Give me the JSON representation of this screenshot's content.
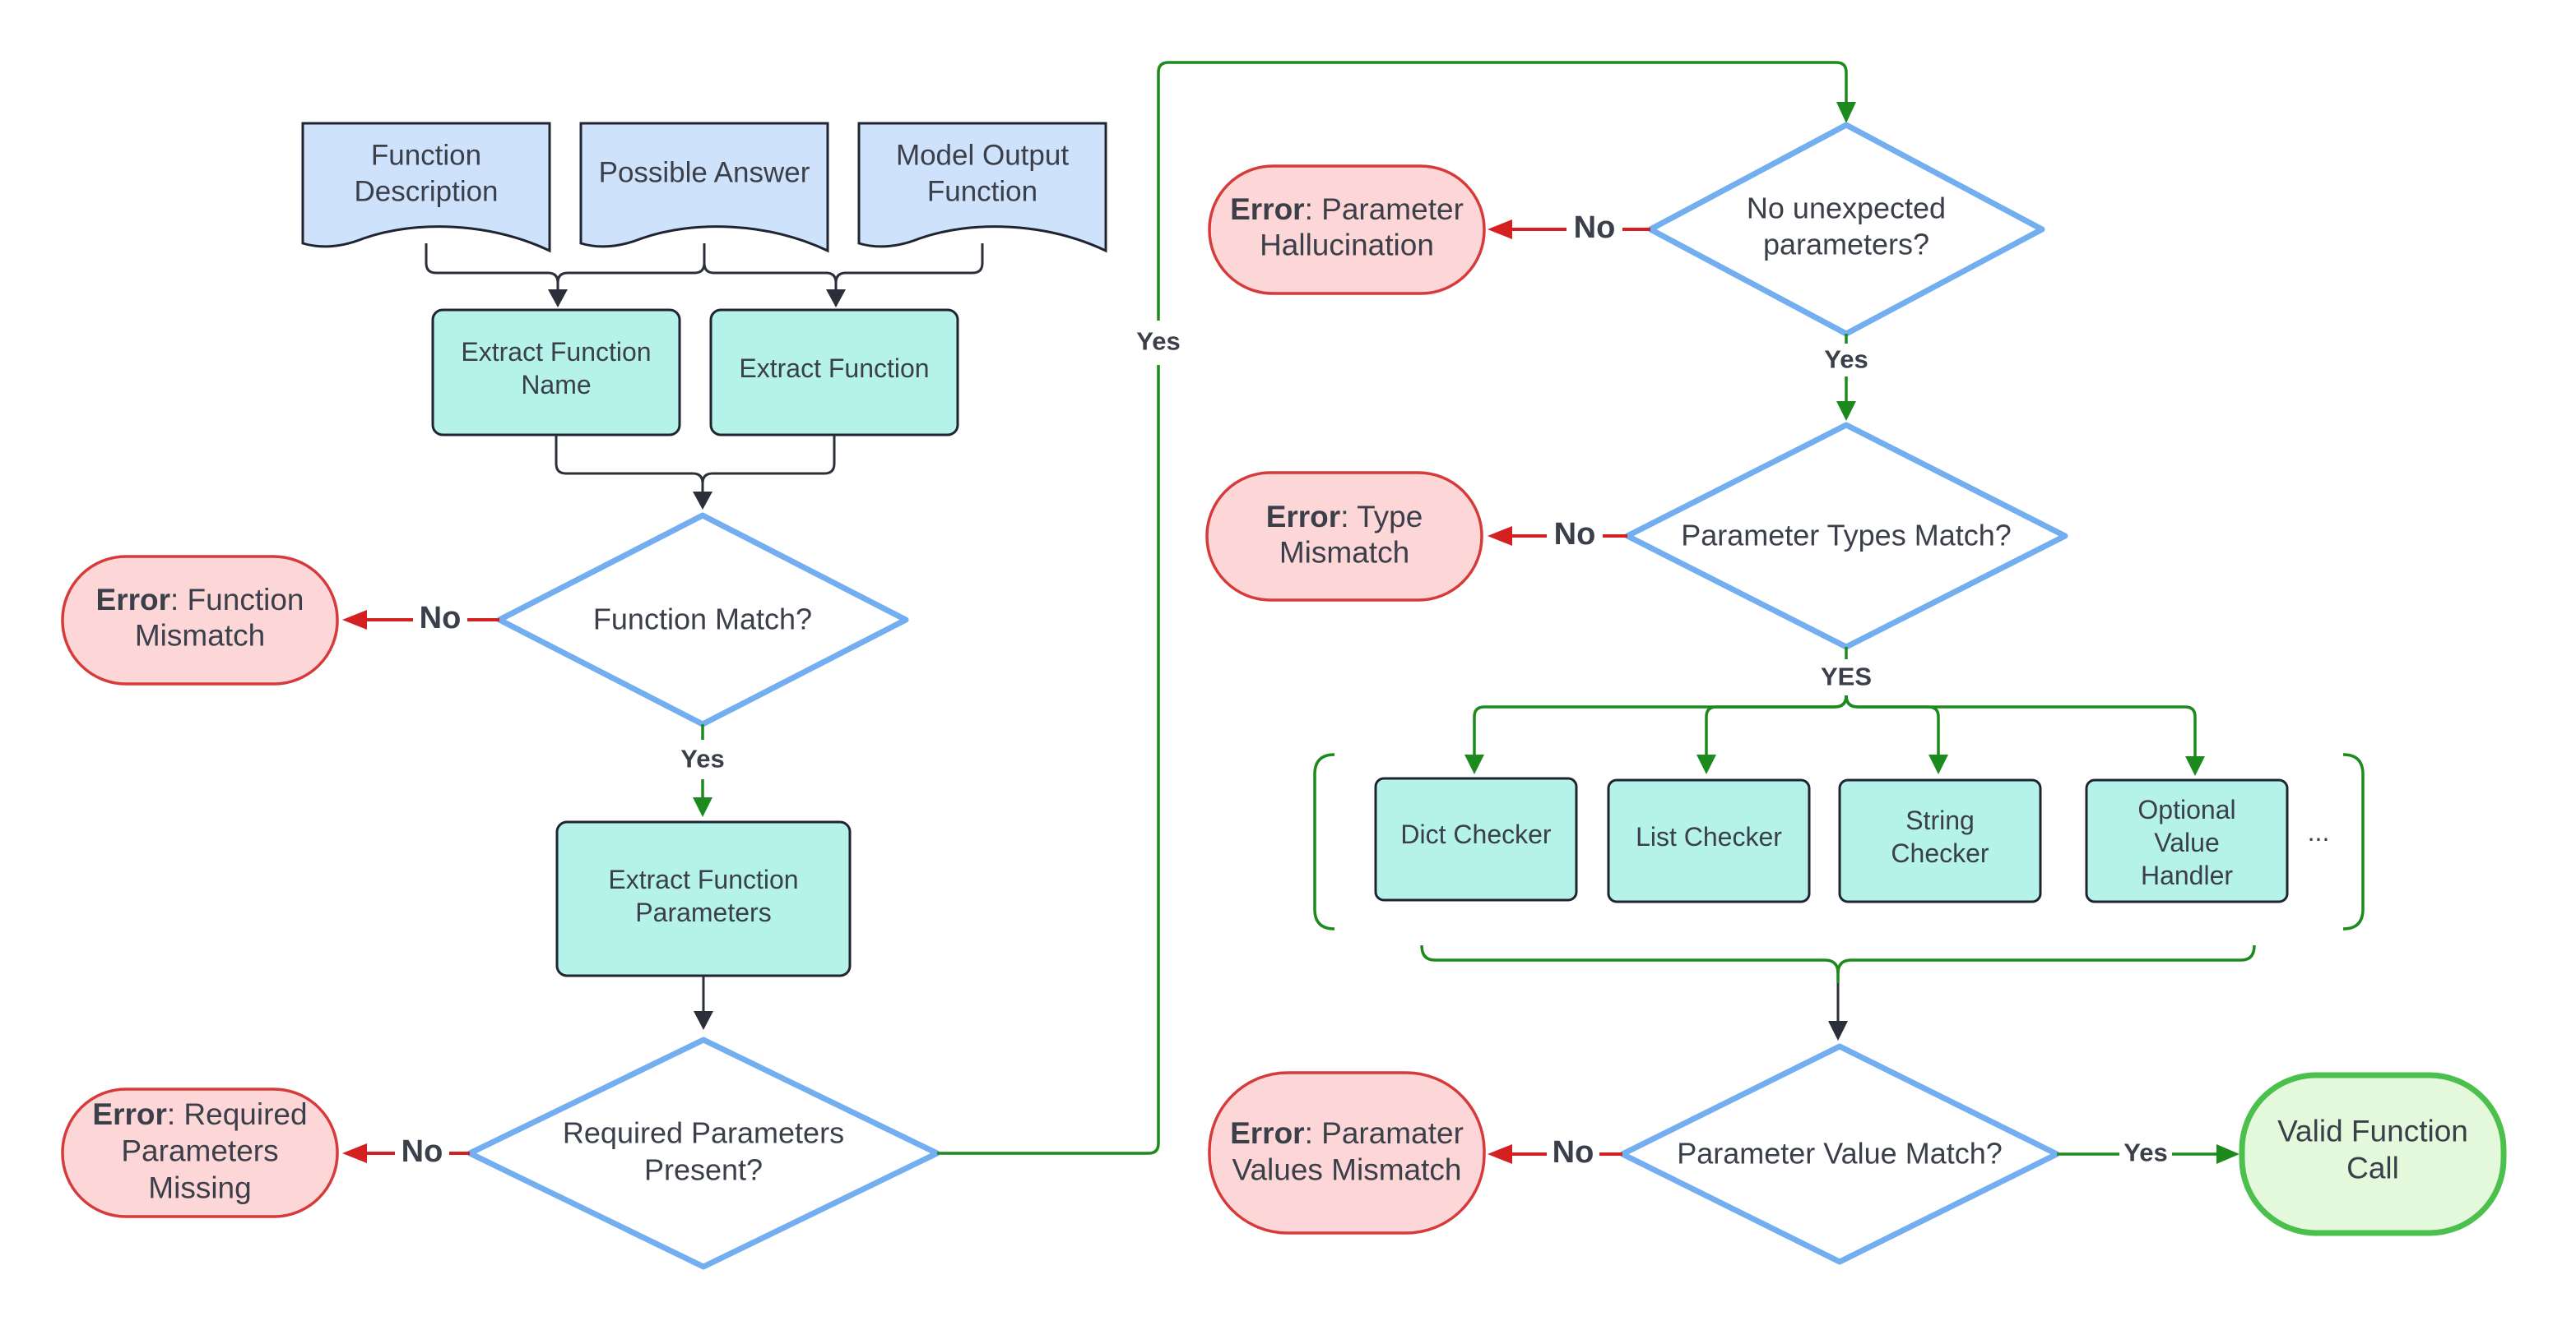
{
  "inputs": {
    "function_description": [
      "Function",
      "Description"
    ],
    "possible_answer": [
      "Possible Answer"
    ],
    "model_output": [
      "Model Output",
      "Function"
    ]
  },
  "boxes": {
    "extract_name": [
      "Extract Function",
      "Name"
    ],
    "extract_function": [
      "Extract Function"
    ],
    "extract_params": [
      "Extract Function",
      "Parameters"
    ]
  },
  "decisions": {
    "function_match": [
      "Function Match?"
    ],
    "required_present": [
      "Required Parameters",
      "Present?"
    ],
    "no_unexpected": [
      "No unexpected",
      "parameters?"
    ],
    "types_match": [
      "Parameter Types Match?"
    ],
    "value_match": [
      "Parameter Value Match?"
    ]
  },
  "errors": {
    "function_mismatch": {
      "bold": "Error",
      "line1": ": Function",
      "line2": "Mismatch",
      "line3": ""
    },
    "required_missing": {
      "bold": "Error",
      "line1": ": Required",
      "line2": "Parameters",
      "line3": "Missing"
    },
    "hallucination": {
      "bold": "Error",
      "line1": ": Parameter",
      "line2": "Hallucination",
      "line3": ""
    },
    "type_mismatch": {
      "bold": "Error",
      "line1": ": Type",
      "line2": "Mismatch",
      "line3": ""
    },
    "values_mismatch": {
      "bold": "Error",
      "line1": ": Paramater",
      "line2": "Values Mismatch",
      "line3": ""
    }
  },
  "checkers": {
    "dict": [
      "Dict Checker"
    ],
    "list": [
      "List Checker"
    ],
    "string": [
      "String",
      "Checker"
    ],
    "optional": [
      "Optional",
      "Value",
      "Handler"
    ],
    "ellipsis": "..."
  },
  "terminal": {
    "valid": [
      "Valid Function",
      "Call"
    ]
  },
  "edges": {
    "no": "No",
    "yes": "Yes",
    "yes_caps": "YES"
  }
}
